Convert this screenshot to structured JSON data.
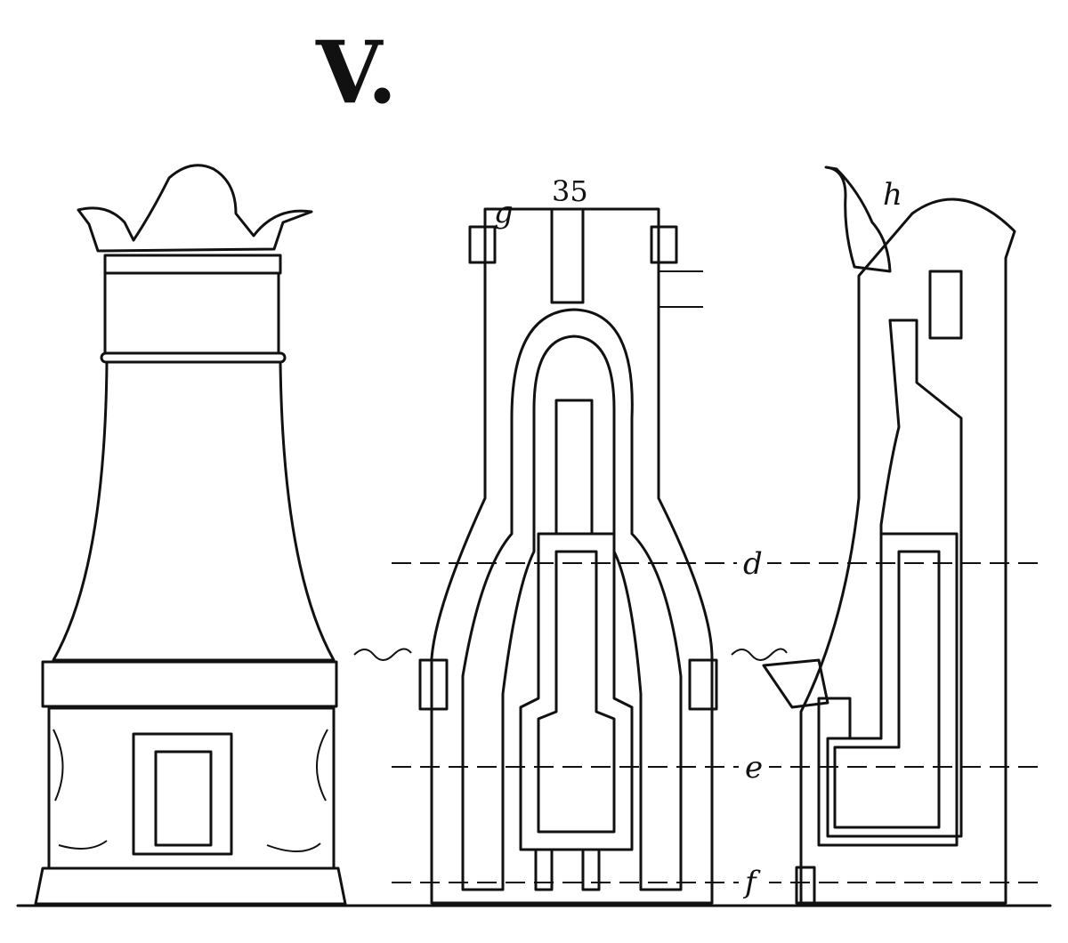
{
  "plate": {
    "label": "V."
  },
  "figure_number": "35",
  "section_marks": {
    "d": "d",
    "e": "e",
    "f": "f"
  },
  "detail_marks": {
    "g": "g",
    "h": "h"
  },
  "colors": {
    "ink": "#111111",
    "paper": "#ffffff"
  }
}
